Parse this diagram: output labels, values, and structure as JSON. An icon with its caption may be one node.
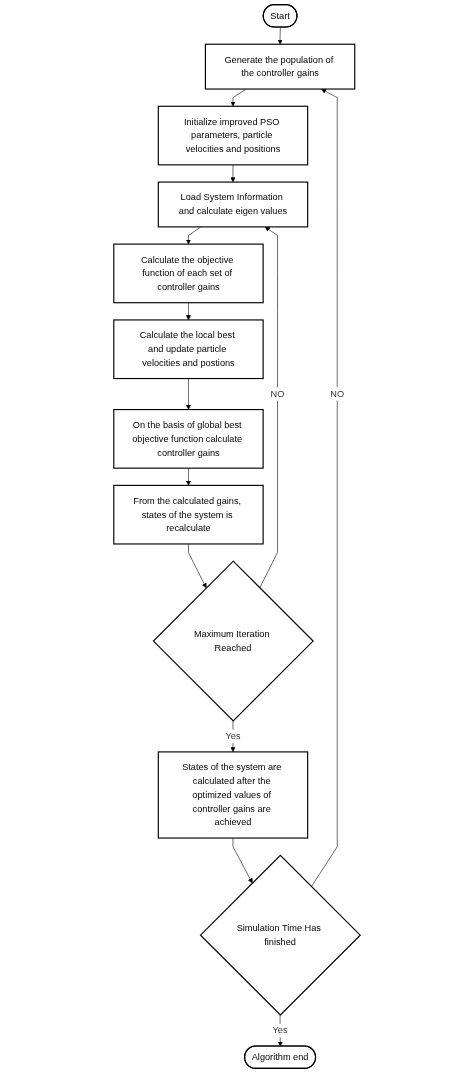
{
  "diagram": {
    "nodes": [
      {
        "text": [
          "Start"
        ]
      },
      {
        "text": [
          "Generate the population of the controller gains"
        ]
      },
      {
        "text": [
          "Initialize improved PSO parameters, particle velocities and positions"
        ]
      },
      {
        "text": [
          "Load System Information and calculate eigen values"
        ]
      },
      {
        "text": [
          "Calculate the objective function of each set of controller gains"
        ]
      },
      {
        "text": [
          "Calculate the local best and update particle velocities and postions"
        ]
      },
      {
        "text": [
          "On the basis of global best objective function calculate controller gains"
        ]
      },
      {
        "text": [
          "From the calculated gains, states of the system is recalculate"
        ]
      },
      {
        "text": [
          "Maximum Iteration Reached"
        ]
      },
      {
        "text": [
          "States of the system are calculated after the optimized values of controller gains are achieved"
        ]
      },
      {
        "text": [
          "Simulation Time Has finished"
        ]
      },
      {
        "text": [
          "Algorithm end"
        ]
      }
    ],
    "edges": [
      {
        "from": 0,
        "to": 1,
        "arrow": "to"
      },
      {
        "from": 1,
        "to": 2,
        "arrow": "to"
      },
      {
        "from": 2,
        "to": 3,
        "arrow": "to"
      },
      {
        "from": 3,
        "to": 4,
        "arrow": "to"
      },
      {
        "from": 4,
        "to": 5,
        "arrow": "to"
      },
      {
        "from": 5,
        "to": 6,
        "arrow": "to"
      },
      {
        "from": 6,
        "to": 7,
        "arrow": "to"
      },
      {
        "from": 7,
        "to": 8,
        "arrow": "to"
      },
      {
        "from": 8,
        "to": 3,
        "arrow": "to",
        "label": "NO"
      },
      {
        "from": 8,
        "to": 9,
        "arrow": "to",
        "label": "Yes"
      },
      {
        "from": 9,
        "to": 10,
        "arrow": "to"
      },
      {
        "from": 10,
        "to": 1,
        "arrow": "to",
        "label": "NO"
      },
      {
        "from": 10,
        "to": 11,
        "arrow": "to",
        "label": "Yes"
      }
    ]
  }
}
